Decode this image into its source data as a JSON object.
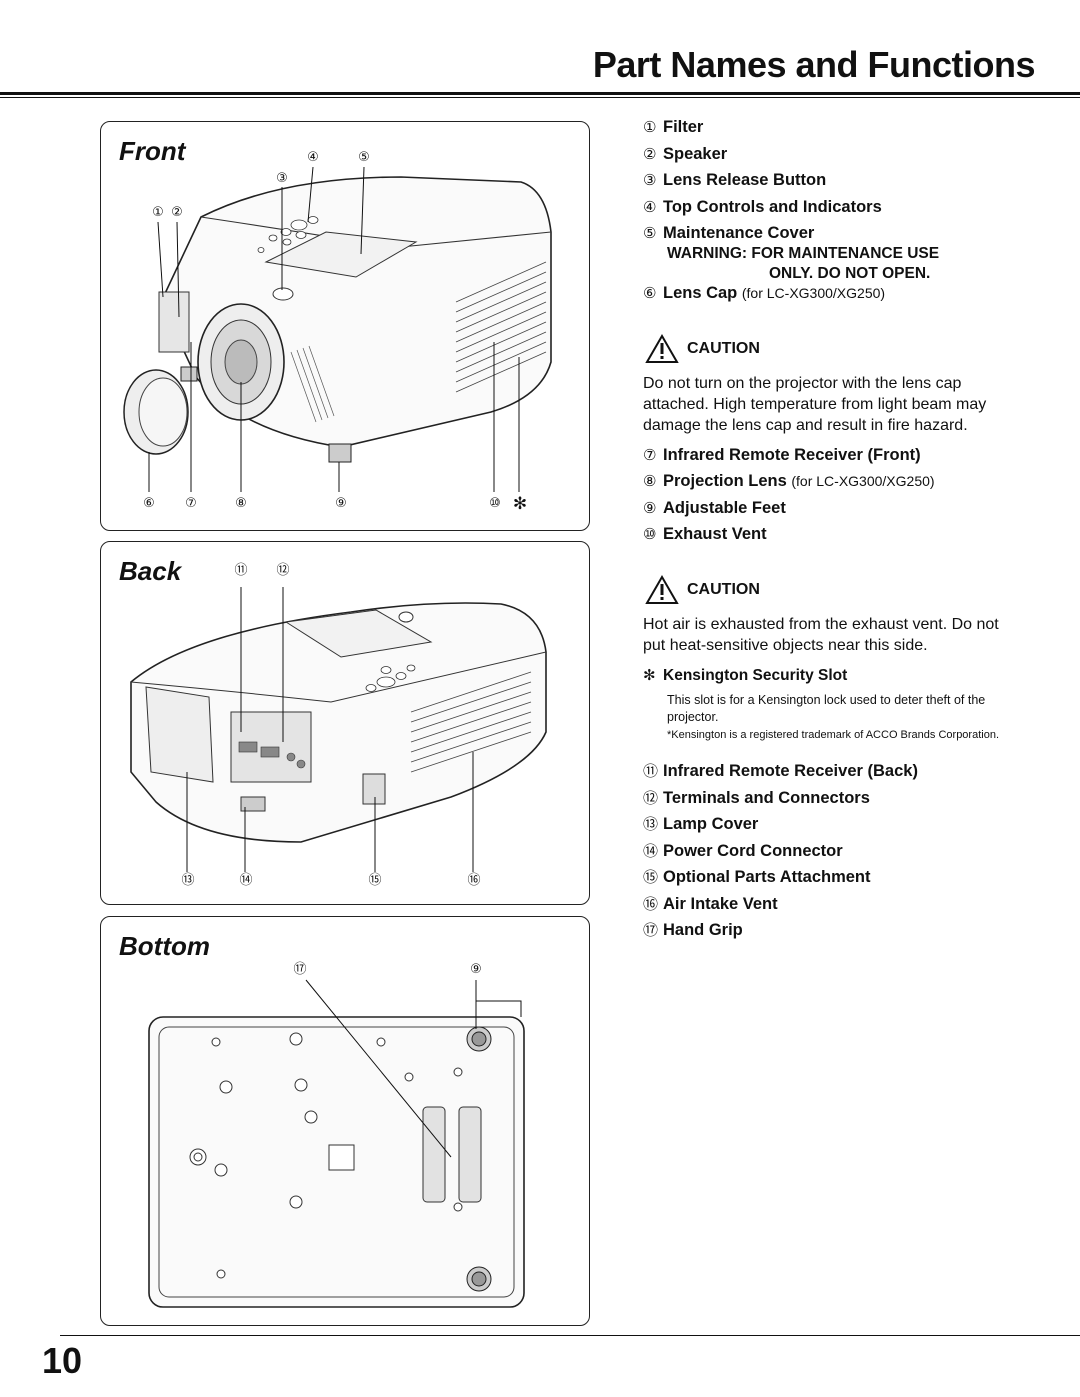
{
  "page_title": "Part Names and Functions",
  "page_number": "10",
  "panels": {
    "front": {
      "label": "Front",
      "callouts": [
        "①",
        "②",
        "③",
        "④",
        "⑤",
        "⑥",
        "⑦",
        "⑧",
        "⑨",
        "⑩",
        "✻"
      ]
    },
    "back": {
      "label": "Back",
      "callouts": [
        "⑪",
        "⑫",
        "⑬",
        "⑭",
        "⑮",
        "⑯"
      ]
    },
    "bottom": {
      "label": "Bottom",
      "callouts": [
        "⑰",
        "⑨"
      ]
    }
  },
  "parts_a": [
    {
      "num": "①",
      "name": "Filter"
    },
    {
      "num": "②",
      "name": "Speaker"
    },
    {
      "num": "③",
      "name": "Lens Release Button"
    },
    {
      "num": "④",
      "name": "Top Controls and Indicators"
    },
    {
      "num": "⑤",
      "name": "Maintenance Cover"
    }
  ],
  "warning_line1": "WARNING:  FOR MAINTENANCE USE",
  "warning_line2": "ONLY. DO NOT OPEN.",
  "lens_cap": {
    "num": "⑥",
    "name": "Lens Cap",
    "note": "(for LC-XG300/XG250)"
  },
  "caution_label": "CAUTION",
  "caution1_text": "Do not turn on the projector with the lens cap attached. High temperature from light beam may damage the lens cap and result in fire hazard.",
  "parts_b": [
    {
      "num": "⑦",
      "name": "Infrared Remote Receiver (Front)",
      "note": ""
    },
    {
      "num": "⑧",
      "name": "Projection Lens",
      "note": "(for LC-XG300/XG250)"
    },
    {
      "num": "⑨",
      "name": "Adjustable Feet",
      "note": ""
    },
    {
      "num": "⑩",
      "name": "Exhaust Vent",
      "note": ""
    }
  ],
  "caution2_text": "Hot air is exhausted from the exhaust vent. Do not put heat-sensitive objects near this side.",
  "kensington": {
    "num": "✻",
    "name": "Kensington Security Slot",
    "desc": "This slot is for a Kensington lock used to deter theft of the projector.",
    "trademark": "*Kensington is a registered trademark of ACCO Brands Corporation."
  },
  "parts_c": [
    {
      "num": "⑪",
      "name": "Infrared Remote Receiver (Back)"
    },
    {
      "num": "⑫",
      "name": "Terminals and Connectors"
    },
    {
      "num": "⑬",
      "name": "Lamp Cover"
    },
    {
      "num": "⑭",
      "name": "Power Cord Connector"
    },
    {
      "num": "⑮",
      "name": "Optional Parts Attachment"
    },
    {
      "num": "⑯",
      "name": "Air Intake Vent"
    },
    {
      "num": "⑰",
      "name": "Hand Grip"
    }
  ]
}
